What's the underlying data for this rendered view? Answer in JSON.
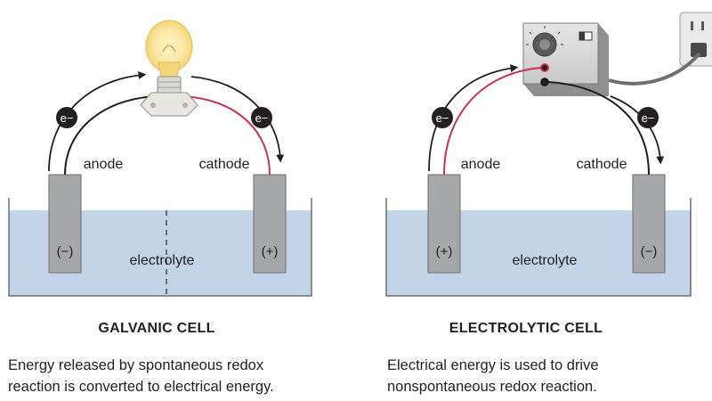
{
  "galvanic": {
    "anode_label": "anode",
    "cathode_label": "cathode",
    "anode_sign": "(−)",
    "cathode_sign": "(+)",
    "electron_label_left": "e−",
    "electron_label_right": "e−",
    "electrolyte_label": "electrolyte",
    "title": "GALVANIC CELL",
    "caption_line1": "Energy released by spontaneous redox",
    "caption_line2": "reaction is converted to electrical energy."
  },
  "electrolytic": {
    "anode_label": "anode",
    "cathode_label": "cathode",
    "anode_sign": "(+)",
    "cathode_sign": "(−)",
    "electron_label_left": "e−",
    "electron_label_right": "e−",
    "electrolyte_label": "electrolyte",
    "title": "ELECTROLYTIC CELL",
    "caption_line1": "Electrical energy is used to drive",
    "caption_line2": "nonspontaneous redox reaction."
  },
  "colors": {
    "electrolyte": "#c3d3e8",
    "electrode": "#a6a7a9",
    "red_wire": "#c8324f",
    "black_wire": "#231f20",
    "bulb_glow": "#fbe8a6"
  },
  "icons": [
    "light-bulb-icon",
    "power-supply-icon",
    "wall-outlet-icon",
    "electron-icon",
    "arrow-icon"
  ]
}
